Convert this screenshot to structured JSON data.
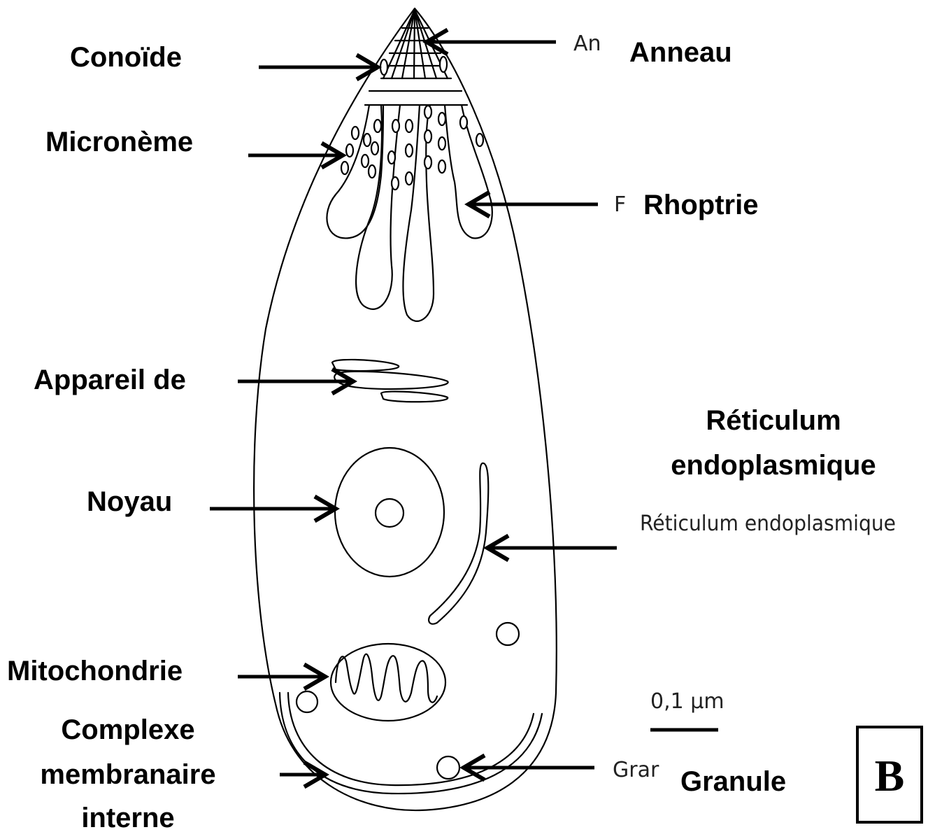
{
  "labels": {
    "conoide": "Conoïde",
    "anneau": "Anneau",
    "micronem": "Micronème",
    "rhoptrie": "Rhoptrie",
    "golgi": "Appareil de",
    "reticulum_1": "Réticulum",
    "reticulum_2": "endoplasmique",
    "noyau": "Noyau",
    "mitochondrie": "Mitochondrie",
    "cmi_1": "Complexe",
    "cmi_2": "membranaire",
    "cmi_3": "interne",
    "granule": "Granule"
  },
  "original_labels": {
    "anneau_partial": "An",
    "rhoptrie_partial": "F",
    "reticulum_full": "Réticulum endoplasmique",
    "granule_partial": "Grar"
  },
  "scale_bar": "0,1 µm",
  "panel_letter": "B"
}
